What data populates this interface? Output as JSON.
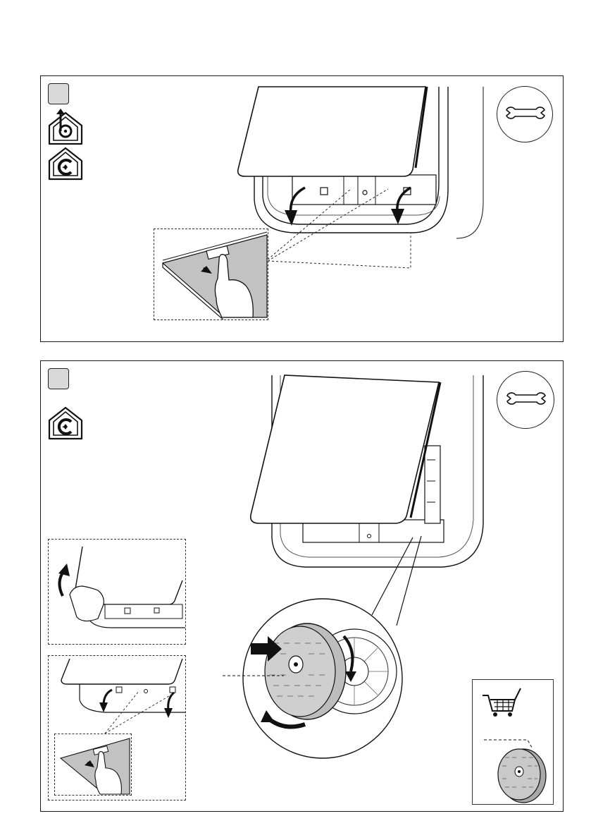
{
  "panels": [
    {
      "step": "",
      "icons": [
        "ducted-mode-icon",
        "recirculation-mode-icon"
      ],
      "tool": "wrench-icon",
      "inset": "finger-pressing-panel-latch"
    },
    {
      "step": "",
      "icons": [
        "recirculation-mode-icon"
      ],
      "tool": "wrench-icon",
      "insets": [
        "lifting-panel",
        "releasing-latch",
        "shopping-cart-replacement-filter"
      ]
    }
  ],
  "colors": {
    "line": "#1a1a1a",
    "filter_grey": "#b9b9b9",
    "panel_grey": "#d9d9d9",
    "arrow": "#111111"
  }
}
